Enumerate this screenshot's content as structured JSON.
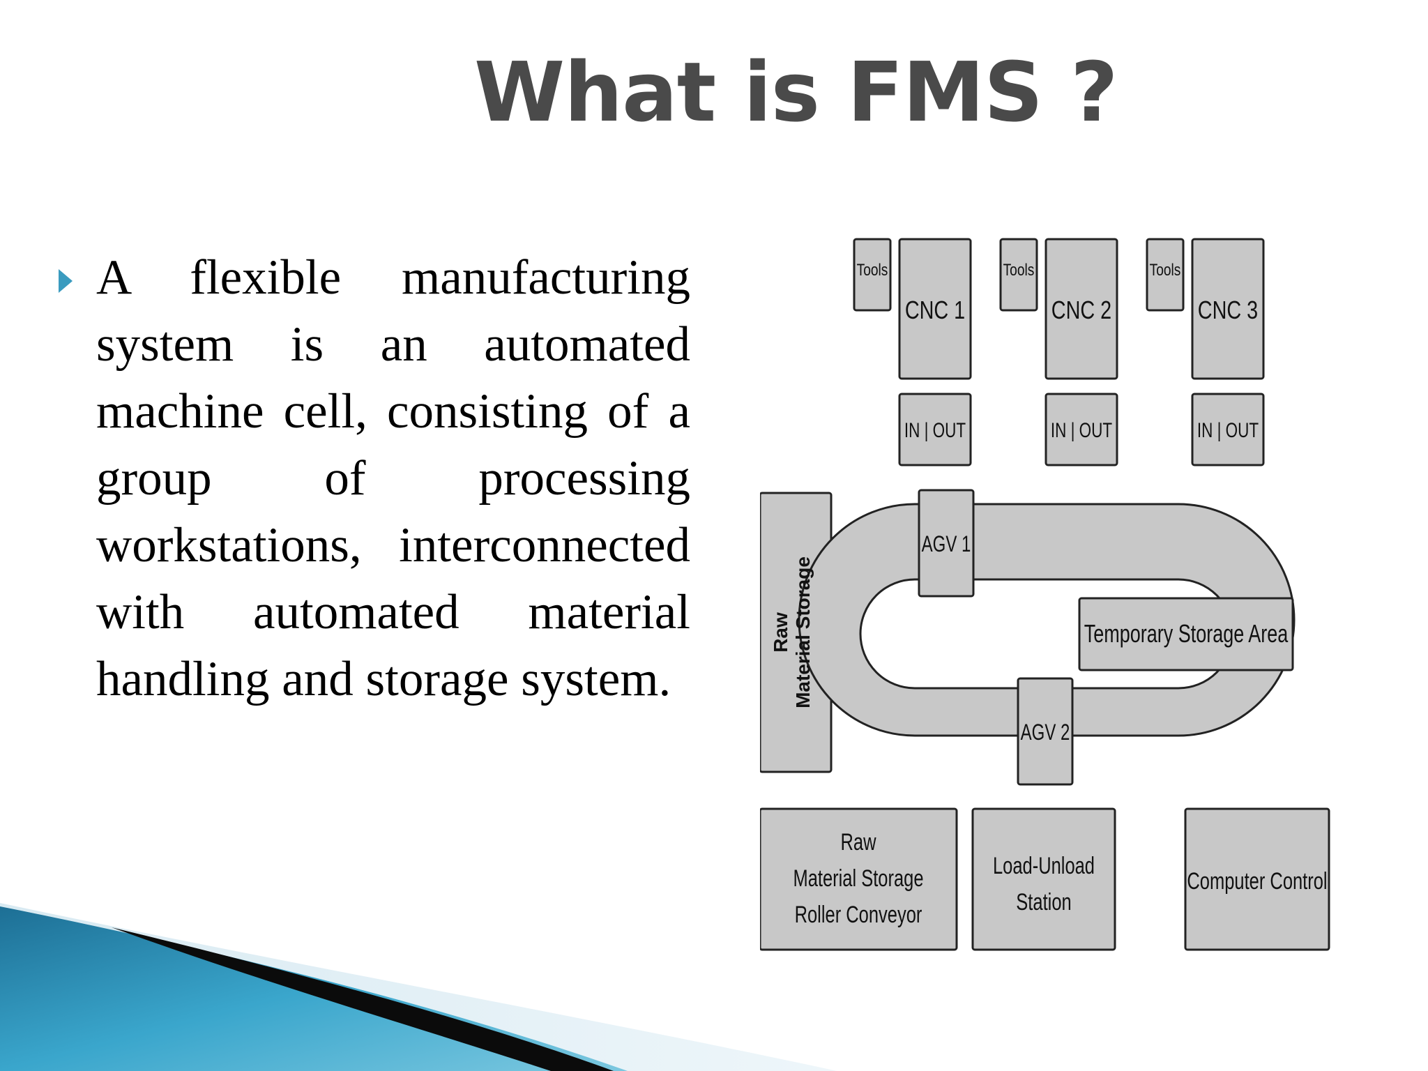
{
  "slide": {
    "title": "What is FMS  ?",
    "bullet_text": "A flexible manufacturing system is an automated machine cell, consisting of  a group of processing workstations, interconnected with automated material handling and storage system."
  },
  "diagram": {
    "tools_1": "Tools",
    "tools_2": "Tools",
    "tools_3": "Tools",
    "cnc_1": "CNC 1",
    "cnc_2": "CNC 2",
    "cnc_3": "CNC 3",
    "io_1": "IN | OUT",
    "io_2": "IN | OUT",
    "io_3": "IN | OUT",
    "agv_1": "AGV 1",
    "agv_2": "AGV 2",
    "temp_storage": "Temporary Storage Area",
    "raw_storage_vertical_1": "Raw",
    "raw_storage_vertical_2": "Material Storage",
    "roller_1": "Raw",
    "roller_2": "Material Storage",
    "roller_3": "Roller Conveyor",
    "load_1": "Load-Unload",
    "load_2": "Station",
    "computer_control": "Computer Control"
  },
  "colors": {
    "title": "#4a4a4a",
    "bullet": "#3a9bbf",
    "box_fill": "#c8c8c8",
    "box_stroke": "#222222",
    "swoosh_blue": "#2f8fb5",
    "swoosh_light": "#cfe4ee"
  }
}
